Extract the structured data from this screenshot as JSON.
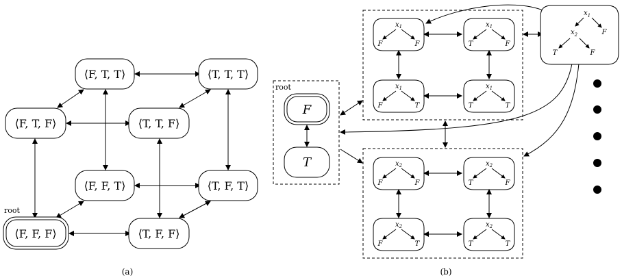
{
  "panel_a": {
    "caption": "(a)",
    "root_label": "root",
    "nodes": {
      "FTT": "⟨F, T, T⟩",
      "TTT": "⟨T, T, T⟩",
      "FTF": "⟨F, T, F⟩",
      "TTF": "⟨T, T, F⟩",
      "FFT": "⟨F, F, T⟩",
      "TFT": "⟨T, F, T⟩",
      "FFF": "⟨F, F, F⟩",
      "TFF": "⟨T, F, F⟩"
    }
  },
  "panel_b": {
    "caption": "(b)",
    "root_label": "root",
    "root_node": "F",
    "t_node": "T",
    "x1_var": "x",
    "x1_sub": "1",
    "x2_var": "x",
    "x2_sub": "2",
    "leaf_f": "F",
    "leaf_t": "T",
    "big_tree": {
      "top": "x",
      "top_sub": "1",
      "mid": "x",
      "mid_sub": "2",
      "leaf_right": "F",
      "leaf_ll": "T",
      "leaf_lr": "F"
    }
  }
}
